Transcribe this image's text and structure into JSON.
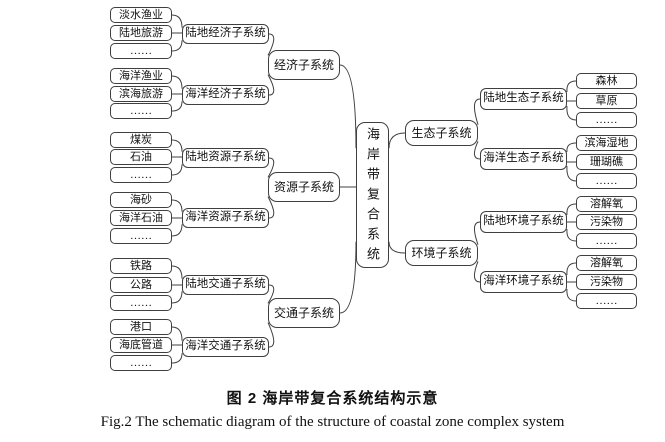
{
  "figure": {
    "center": "海岸带复合系统",
    "line_color": "#3f3f3f",
    "left_branches": [
      {
        "label": "经济子系统",
        "children": [
          {
            "label": "陆地经济子系统",
            "items": [
              "淡水渔业",
              "陆地旅游",
              "……"
            ]
          },
          {
            "label": "海洋经济子系统",
            "items": [
              "海洋渔业",
              "滨海旅游",
              "……"
            ]
          }
        ]
      },
      {
        "label": "资源子系统",
        "children": [
          {
            "label": "陆地资源子系统",
            "items": [
              "煤炭",
              "石油",
              "……"
            ]
          },
          {
            "label": "海洋资源子系统",
            "items": [
              "海砂",
              "海洋石油",
              "……"
            ]
          }
        ]
      },
      {
        "label": "交通子系统",
        "children": [
          {
            "label": "陆地交通子系统",
            "items": [
              "铁路",
              "公路",
              "……"
            ]
          },
          {
            "label": "海洋交通子系统",
            "items": [
              "港口",
              "海底管道",
              "……"
            ]
          }
        ]
      }
    ],
    "right_branches": [
      {
        "label": "生态子系统",
        "children": [
          {
            "label": "陆地生态子系统",
            "items": [
              "森林",
              "草原",
              "……"
            ]
          },
          {
            "label": "海洋生态子系统",
            "items": [
              "滨海湿地",
              "珊瑚礁",
              "……"
            ]
          }
        ]
      },
      {
        "label": "环境子系统",
        "children": [
          {
            "label": "陆地环境子系统",
            "items": [
              "溶解氧",
              "污染物",
              "……"
            ]
          },
          {
            "label": "海洋环境子系统",
            "items": [
              "溶解氧",
              "污染物",
              "……"
            ]
          }
        ]
      }
    ]
  },
  "caption": {
    "zh": "图 2 海岸带复合系统结构示意",
    "en": "Fig.2 The schematic diagram of the structure of coastal zone complex system"
  }
}
